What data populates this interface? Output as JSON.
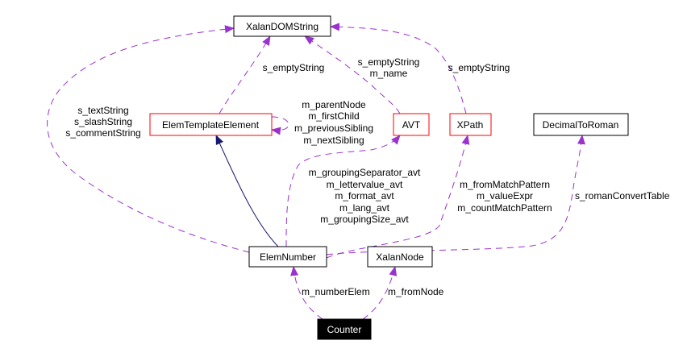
{
  "diagram": {
    "type": "collaboration-graph",
    "colors": {
      "background": "#ffffff",
      "node_border_default": "#000000",
      "node_border_highlight": "#ff0000",
      "root_fill": "#000000",
      "root_text": "#ffffff",
      "usage_edge": "#9a32cd",
      "inheritance_edge": "#191970"
    },
    "nodes": [
      {
        "id": "XalanDOMString",
        "label": "XalanDOMString",
        "style": "default"
      },
      {
        "id": "ElemTemplateElement",
        "label": "ElemTemplateElement",
        "style": "highlight"
      },
      {
        "id": "AVT",
        "label": "AVT",
        "style": "highlight"
      },
      {
        "id": "XPath",
        "label": "XPath",
        "style": "highlight"
      },
      {
        "id": "DecimalToRoman",
        "label": "DecimalToRoman",
        "style": "default"
      },
      {
        "id": "ElemNumber",
        "label": "ElemNumber",
        "style": "default"
      },
      {
        "id": "XalanNode",
        "label": "XalanNode",
        "style": "default"
      },
      {
        "id": "Counter",
        "label": "Counter",
        "style": "root"
      }
    ],
    "edges": [
      {
        "from": "ElemNumber",
        "to": "XalanDOMString",
        "kind": "usage",
        "labels": [
          "s_textString",
          "s_slashString",
          "s_commentString"
        ]
      },
      {
        "from": "ElemTemplateElement",
        "to": "XalanDOMString",
        "kind": "usage",
        "labels": [
          "s_emptyString"
        ]
      },
      {
        "from": "AVT",
        "to": "XalanDOMString",
        "kind": "usage",
        "labels": [
          "s_emptyString",
          "m_name"
        ]
      },
      {
        "from": "XPath",
        "to": "XalanDOMString",
        "kind": "usage",
        "labels": [
          "s_emptyString"
        ]
      },
      {
        "from": "ElemTemplateElement",
        "to": "ElemTemplateElement",
        "kind": "usage",
        "labels": [
          "m_parentNode",
          "m_firstChild",
          "m_previousSibling",
          "m_nextSibling"
        ]
      },
      {
        "from": "ElemNumber",
        "to": "ElemTemplateElement",
        "kind": "inheritance",
        "labels": []
      },
      {
        "from": "ElemNumber",
        "to": "AVT",
        "kind": "usage",
        "labels": [
          "m_groupingSeparator_avt",
          "m_lettervalue_avt",
          "m_format_avt",
          "m_lang_avt",
          "m_groupingSize_avt"
        ]
      },
      {
        "from": "ElemNumber",
        "to": "XPath",
        "kind": "usage",
        "labels": [
          "m_fromMatchPattern",
          "m_valueExpr",
          "m_countMatchPattern"
        ]
      },
      {
        "from": "ElemNumber",
        "to": "DecimalToRoman",
        "kind": "usage",
        "labels": [
          "s_romanConvertTable"
        ]
      },
      {
        "from": "Counter",
        "to": "ElemNumber",
        "kind": "usage",
        "labels": [
          "m_numberElem"
        ]
      },
      {
        "from": "Counter",
        "to": "XalanNode",
        "kind": "usage",
        "labels": [
          "m_fromNode"
        ]
      }
    ]
  }
}
